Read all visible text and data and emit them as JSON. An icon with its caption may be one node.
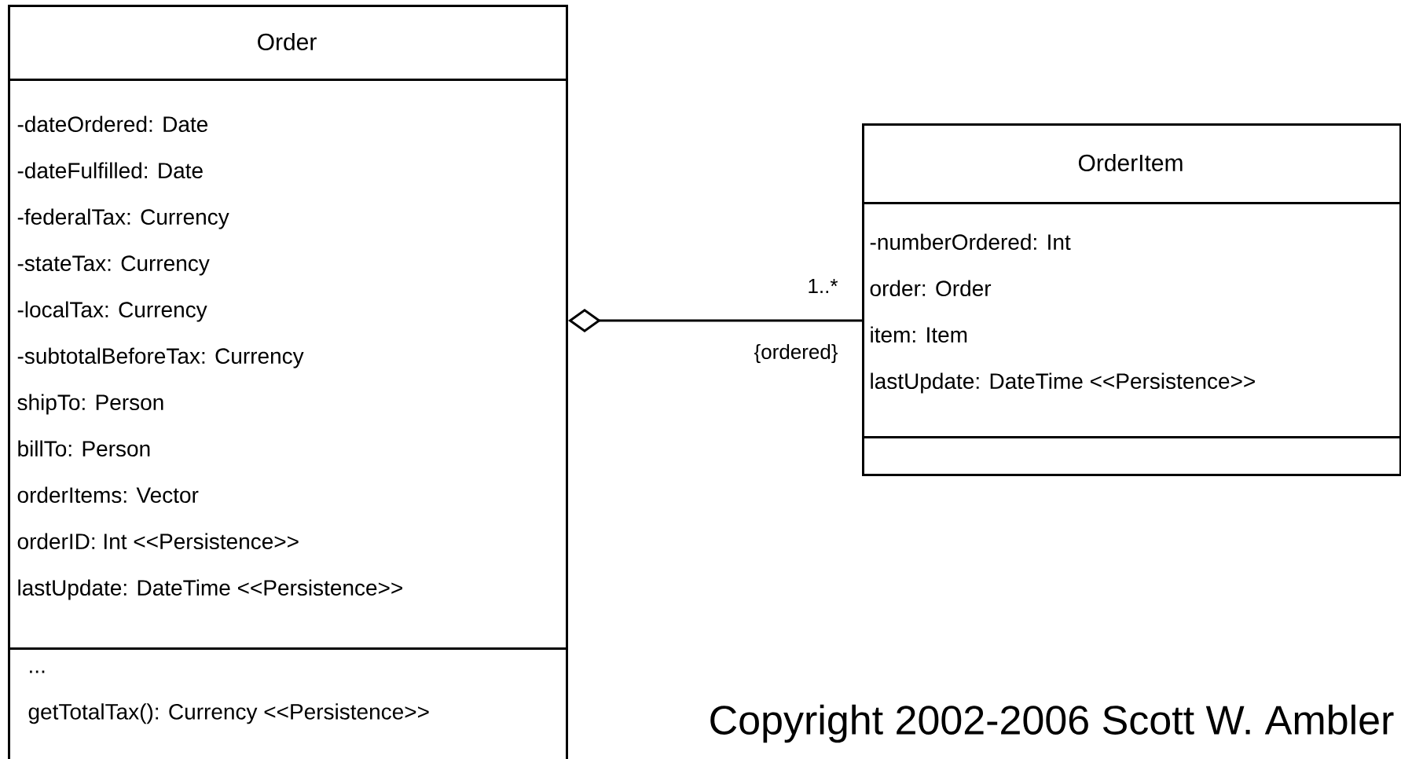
{
  "diagram": {
    "nodes": [
      {
        "text": [
          "Order"
        ]
      },
      {
        "text": [
          "-dateOrdered: Date",
          "-dateFulfilled: Date",
          "-federalTax: Currency",
          "-stateTax: Currency",
          "-localTax: Currency",
          "-subtotalBeforeTax: Currency",
          "shipTo: Person",
          "billTo: Person",
          "orderItems: Vector",
          "orderID: Int <<Persistence>>",
          "lastUpdate: DateTime <<Persistence>>"
        ]
      },
      {
        "text": [
          "...",
          "getTotalTax(): Currency <<Persistence>>"
        ]
      },
      {
        "text": [
          "OrderItem"
        ]
      },
      {
        "text": [
          "-numberOrdered: Int",
          "order: Order",
          "item: Item",
          "lastUpdate: DateTime <<Persistence>>"
        ]
      },
      {
        "text": [],
        "shape": "box"
      }
    ],
    "edges": [
      {
        "from": 1,
        "to": 4,
        "arrow": "other"
      }
    ],
    "labels": [
      "1..*",
      "{ordered}",
      "Copyright 2002-2006 Scott W. Ambler"
    ]
  }
}
